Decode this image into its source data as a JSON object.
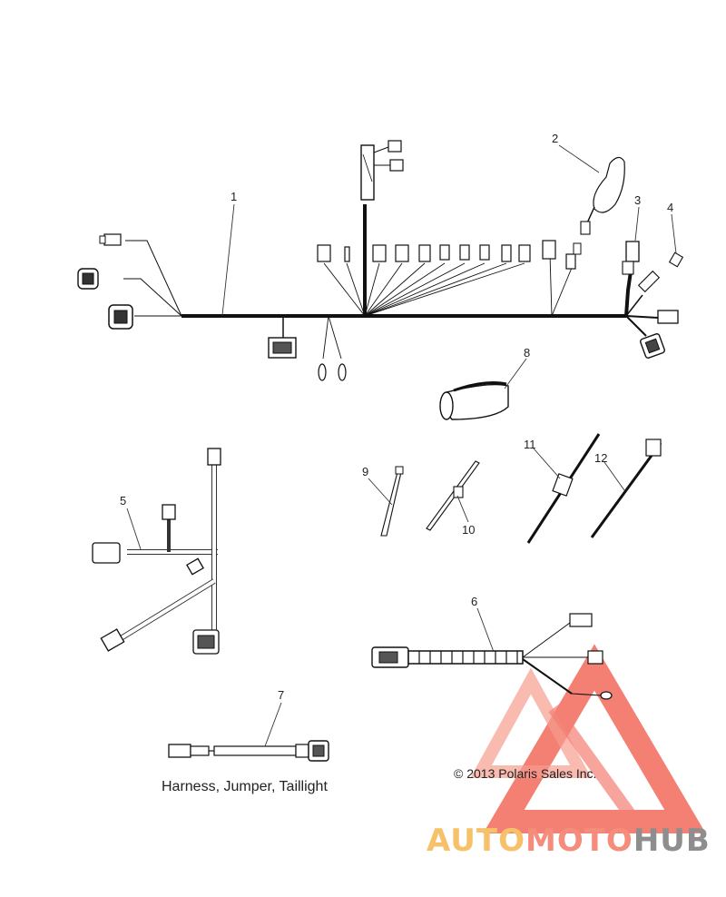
{
  "diagram": {
    "callouts": [
      "1",
      "2",
      "3",
      "4",
      "5",
      "6",
      "7",
      "8",
      "9",
      "10",
      "11",
      "12"
    ],
    "caption": "Harness, Jumper, Taillight",
    "copyright": "© 2013 Polaris Sales Inc."
  },
  "watermark": {
    "part1": "AUTO",
    "part2": "MOTO",
    "part3": "HUB",
    "colors": {
      "yellow": "#f7c16a",
      "red": "#f26a5a",
      "gray": "#8e8e8e"
    }
  }
}
